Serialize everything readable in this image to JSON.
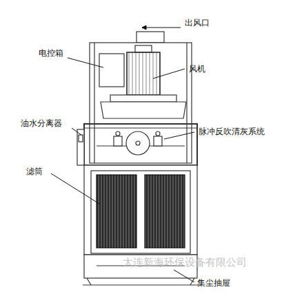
{
  "diagram": {
    "labels": [
      "出风口",
      "电控箱",
      "风机",
      "油水分离器",
      "脉冲反吹清灰系统",
      "滤筒",
      "集尘抽屉",
      "大连新海环保设备有限公司"
    ]
  }
}
